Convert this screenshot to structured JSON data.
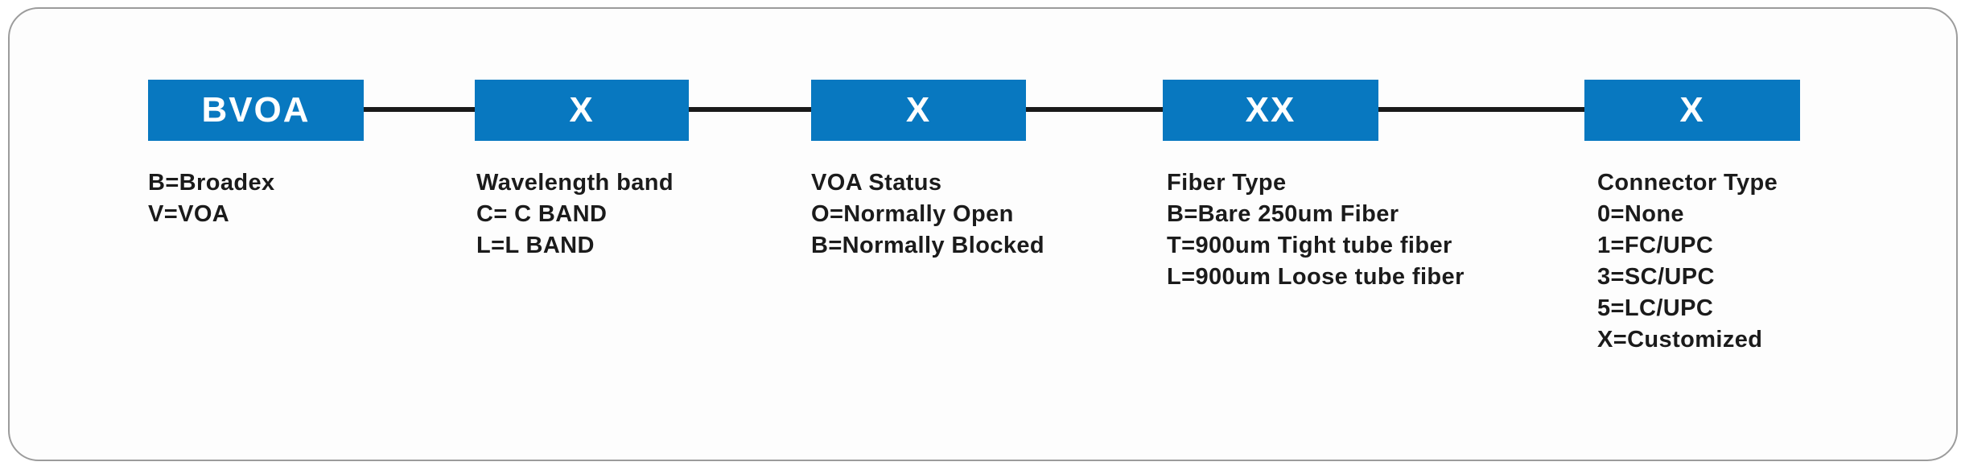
{
  "diagram": {
    "box_color": "#0878c0",
    "line_color": "#1a1a1a",
    "text_color": "#1b1b1b",
    "columns": [
      {
        "code": "BVOA",
        "lines": [
          "B=Broadex",
          "V=VOA"
        ]
      },
      {
        "code": "X",
        "lines": [
          "Wavelength band",
          "C= C BAND",
          "L=L BAND"
        ]
      },
      {
        "code": "X",
        "lines": [
          "VOA Status",
          "O=Normally Open",
          "B=Normally Blocked"
        ]
      },
      {
        "code": "XX",
        "lines": [
          "Fiber Type",
          "B=Bare 250um Fiber",
          "T=900um Tight tube fiber",
          "L=900um Loose tube fiber"
        ]
      },
      {
        "code": "X",
        "lines": [
          "Connector Type",
          "0=None",
          "1=FC/UPC",
          "3=SC/UPC",
          "5=LC/UPC",
          "X=Customized"
        ]
      }
    ]
  }
}
